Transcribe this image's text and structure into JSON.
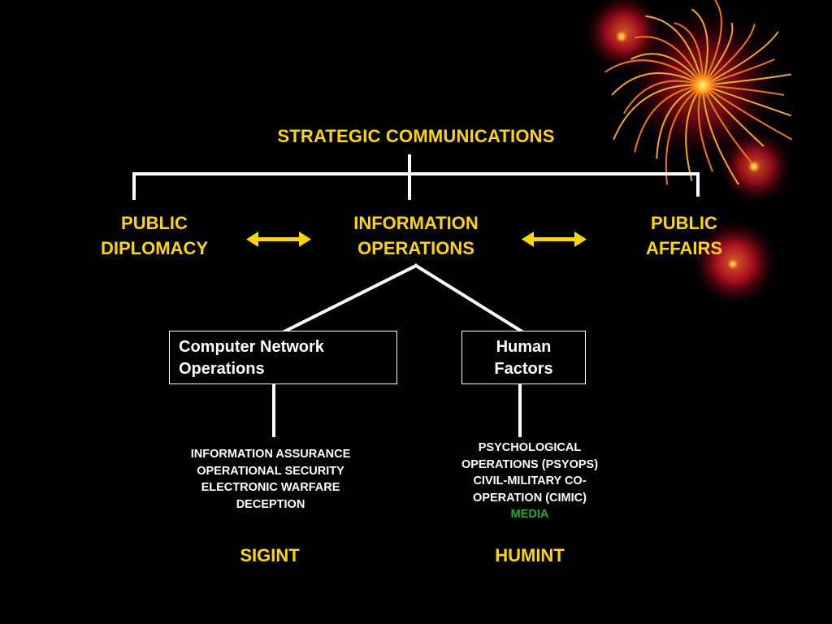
{
  "title": "STRATEGIC COMMUNICATIONS",
  "level1": {
    "left": [
      "PUBLIC",
      "DIPLOMACY"
    ],
    "center": [
      "INFORMATION",
      "OPERATIONS"
    ],
    "right": [
      "PUBLIC",
      "AFFAIRS"
    ]
  },
  "level2": {
    "left_box": [
      "Computer Network",
      "Operations"
    ],
    "right_box": [
      "Human",
      "Factors"
    ]
  },
  "left_list": [
    "INFORMATION ASSURANCE",
    "OPERATIONAL SECURITY",
    "ELECTRONIC WARFARE",
    "DECEPTION"
  ],
  "right_list": [
    "PSYCHOLOGICAL",
    "OPERATIONS (PSYOPS)",
    "CIVIL-MILITARY CO-",
    "OPERATION (CIMIC)"
  ],
  "right_list_highlight": "MEDIA",
  "bottom": {
    "left": "SIGINT",
    "right": "HUMINT"
  },
  "colors": {
    "heading": "#FFD700",
    "highlight": "#1db21d",
    "lines": "#FFFFFF",
    "background": "#000000"
  },
  "decoration": "firework-ornament"
}
